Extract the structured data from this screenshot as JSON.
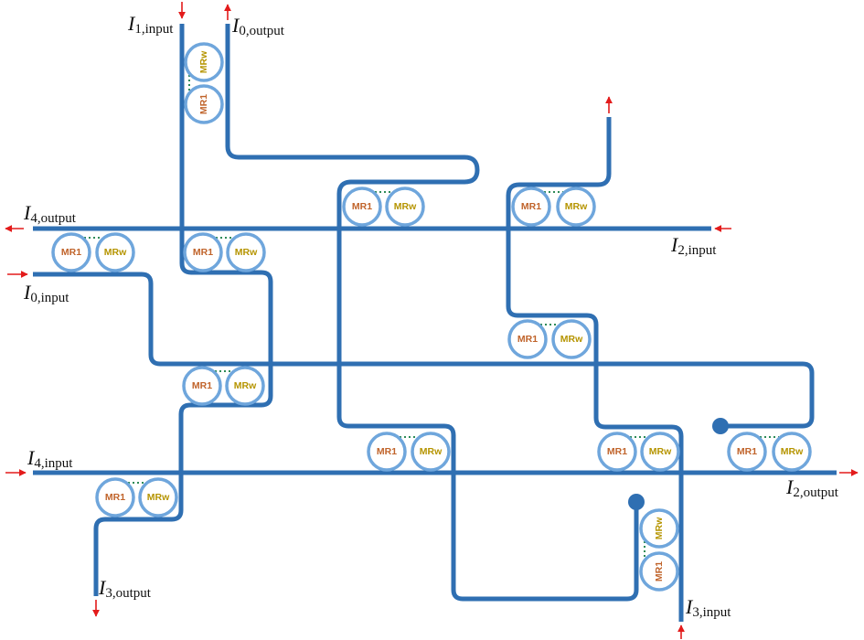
{
  "colors": {
    "waveguide": "#2f6fb2",
    "ring_stroke": "#6fa6dc",
    "ring_fill": "#ffffff",
    "mr1_text": "#c0632a",
    "mrw_text": "#b59400",
    "arrow": "#e31b1b",
    "coupling_dots": "#2e8b57"
  },
  "ports": [
    {
      "id": "p-i1-input",
      "base": "I",
      "sub": "1,input"
    },
    {
      "id": "p-i0-output",
      "base": "I",
      "sub": "0,output"
    },
    {
      "id": "p-i4-output",
      "base": "I",
      "sub": "4,output"
    },
    {
      "id": "p-i0-input",
      "base": "I",
      "sub": "0,input"
    },
    {
      "id": "p-i2-input",
      "base": "I",
      "sub": "2,input"
    },
    {
      "id": "p-i4-input",
      "base": "I",
      "sub": "4,input"
    },
    {
      "id": "p-i2-output",
      "base": "I",
      "sub": "2,output"
    },
    {
      "id": "p-i3-output",
      "base": "I",
      "sub": "3,output"
    },
    {
      "id": "p-i3-input",
      "base": "I",
      "sub": "3,input"
    }
  ],
  "ring_pairs": [
    {
      "id": "rp-top",
      "a": "MRw",
      "b": "MR1"
    },
    {
      "id": "rp-c1",
      "a": "MR1",
      "b": "MRw"
    },
    {
      "id": "rp-c2",
      "a": "MR1",
      "b": "MRw"
    },
    {
      "id": "rp-l1",
      "a": "MR1",
      "b": "MRw"
    },
    {
      "id": "rp-l2",
      "a": "MR1",
      "b": "MRw"
    },
    {
      "id": "rp-r1",
      "a": "MR1",
      "b": "MRw"
    },
    {
      "id": "rp-m1",
      "a": "MR1",
      "b": "MRw"
    },
    {
      "id": "rp-m2",
      "a": "MR1",
      "b": "MRw"
    },
    {
      "id": "rp-m3",
      "a": "MR1",
      "b": "MRw"
    },
    {
      "id": "rp-m4",
      "a": "MR1",
      "b": "MRw"
    },
    {
      "id": "rp-m5",
      "a": "MR1",
      "b": "MRw"
    },
    {
      "id": "rp-bottom",
      "a": "MRw",
      "b": "MR1"
    }
  ]
}
